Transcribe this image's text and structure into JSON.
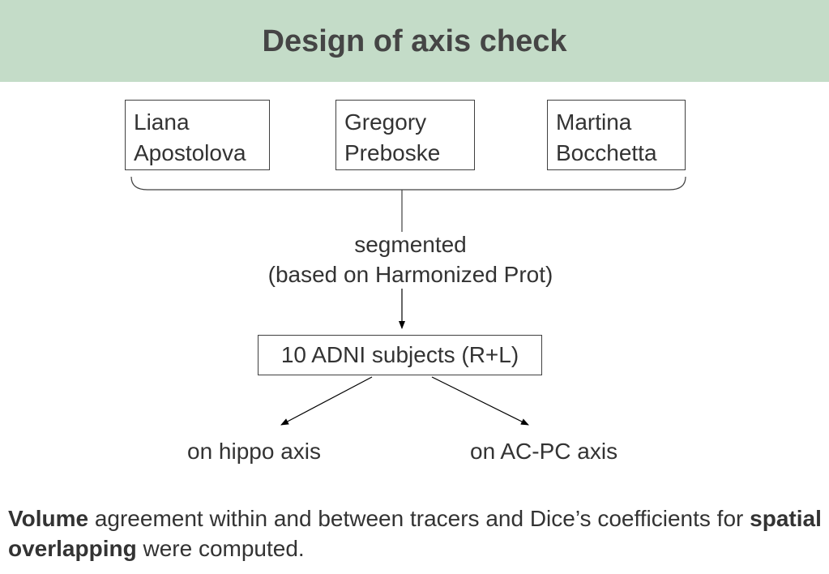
{
  "title": "Design of axis check",
  "tracers": [
    {
      "line1": "Liana",
      "line2": "Apostolova"
    },
    {
      "line1": "Gregory",
      "line2": "Preboske"
    },
    {
      "line1": "Martina",
      "line2": "Bocchetta"
    }
  ],
  "process": {
    "line1": "segmented",
    "line2": "(based on Harmonized Prot)"
  },
  "subjects": "10 ADNI subjects (R+L)",
  "outcomes": {
    "left": "on hippo axis",
    "right": "on AC-PC axis"
  },
  "footnote": {
    "bold1": "Volume",
    "text1": " agreement within and between tracers and Dice’s coefficients for ",
    "bold2": "spatial overlapping",
    "text2": " were computed."
  },
  "colors": {
    "header_background": "#c4dcc8",
    "text": "#333333",
    "title": "#454545"
  }
}
